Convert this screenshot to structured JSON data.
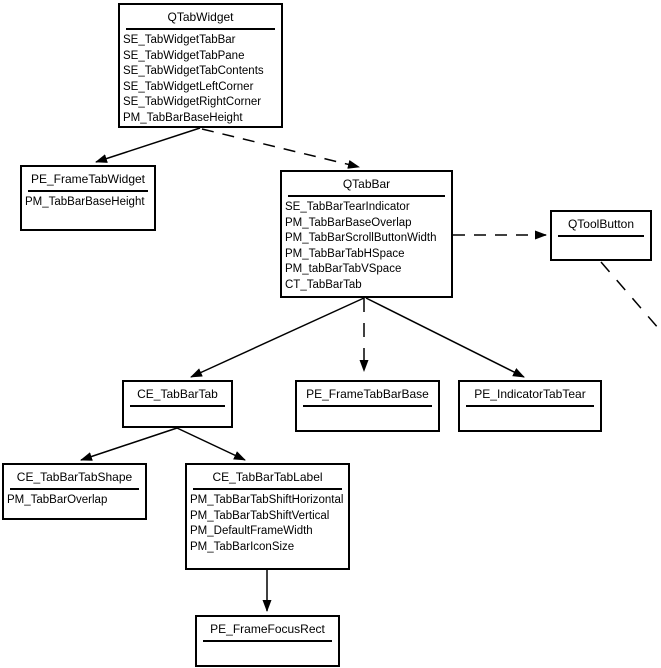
{
  "canvas": {
    "background_color": "#ffffff",
    "line_color": "#000000",
    "text_color": "#000000"
  },
  "nodes": [
    {
      "id": "qtabwidget",
      "title": "QTabWidget",
      "items": [
        "SE_TabWidgetTabBar",
        "SE_TabWidgetTabPane",
        "SE_TabWidgetTabContents",
        "SE_TabWidgetLeftCorner",
        "SE_TabWidgetRightCorner",
        "PM_TabBarBaseHeight"
      ]
    },
    {
      "id": "pe-frame-tab-widget",
      "title": "PE_FrameTabWidget",
      "items": [
        "PM_TabBarBaseHeight"
      ]
    },
    {
      "id": "qtabbar",
      "title": "QTabBar",
      "items": [
        "SE_TabBarTearIndicator",
        "PM_TabBarBaseOverlap",
        "PM_TabBarScrollButtonWidth",
        "PM_TabBarTabHSpace",
        "PM_tabBarTabVSpace",
        "CT_TabBarTab"
      ]
    },
    {
      "id": "qtoolbutton",
      "title": "QToolButton",
      "items": []
    },
    {
      "id": "ce-tab-bar-tab",
      "title": "CE_TabBarTab",
      "items": []
    },
    {
      "id": "pe-frame-tab-bar-base",
      "title": "PE_FrameTabBarBase",
      "items": []
    },
    {
      "id": "pe-indicator-tab-tear",
      "title": "PE_IndicatorTabTear",
      "items": []
    },
    {
      "id": "ce-tab-bar-tab-shape",
      "title": "CE_TabBarTabShape",
      "items": [
        "PM_TabBarOverlap"
      ]
    },
    {
      "id": "ce-tab-bar-tab-label",
      "title": "CE_TabBarTabLabel",
      "items": [
        "PM_TabBarTabShiftHorizontal",
        "PM_TabBarTabShiftVertical",
        "PM_DefaultFrameWidth",
        "PM_TabBarIconSize"
      ]
    },
    {
      "id": "pe-frame-focus-rect",
      "title": "PE_FrameFocusRect",
      "items": []
    }
  ],
  "edges": [
    {
      "from": "qtabwidget",
      "to": "pe-frame-tab-widget",
      "style": "solid",
      "arrow": true
    },
    {
      "from": "qtabwidget",
      "to": "qtabbar",
      "style": "dashed",
      "arrow": true
    },
    {
      "from": "qtabbar",
      "to": "qtoolbutton",
      "style": "dashed",
      "arrow": true
    },
    {
      "from": "qtoolbutton",
      "to": "offscreen-bottom-right",
      "style": "dashed",
      "arrow": false
    },
    {
      "from": "qtabbar",
      "to": "ce-tab-bar-tab",
      "style": "solid",
      "arrow": true
    },
    {
      "from": "qtabbar",
      "to": "pe-frame-tab-bar-base",
      "style": "dashed",
      "arrow": true
    },
    {
      "from": "qtabbar",
      "to": "pe-indicator-tab-tear",
      "style": "solid",
      "arrow": true
    },
    {
      "from": "ce-tab-bar-tab",
      "to": "ce-tab-bar-tab-shape",
      "style": "solid",
      "arrow": true
    },
    {
      "from": "ce-tab-bar-tab",
      "to": "ce-tab-bar-tab-label",
      "style": "solid",
      "arrow": true
    },
    {
      "from": "ce-tab-bar-tab-label",
      "to": "pe-frame-focus-rect",
      "style": "solid",
      "arrow": true
    }
  ]
}
